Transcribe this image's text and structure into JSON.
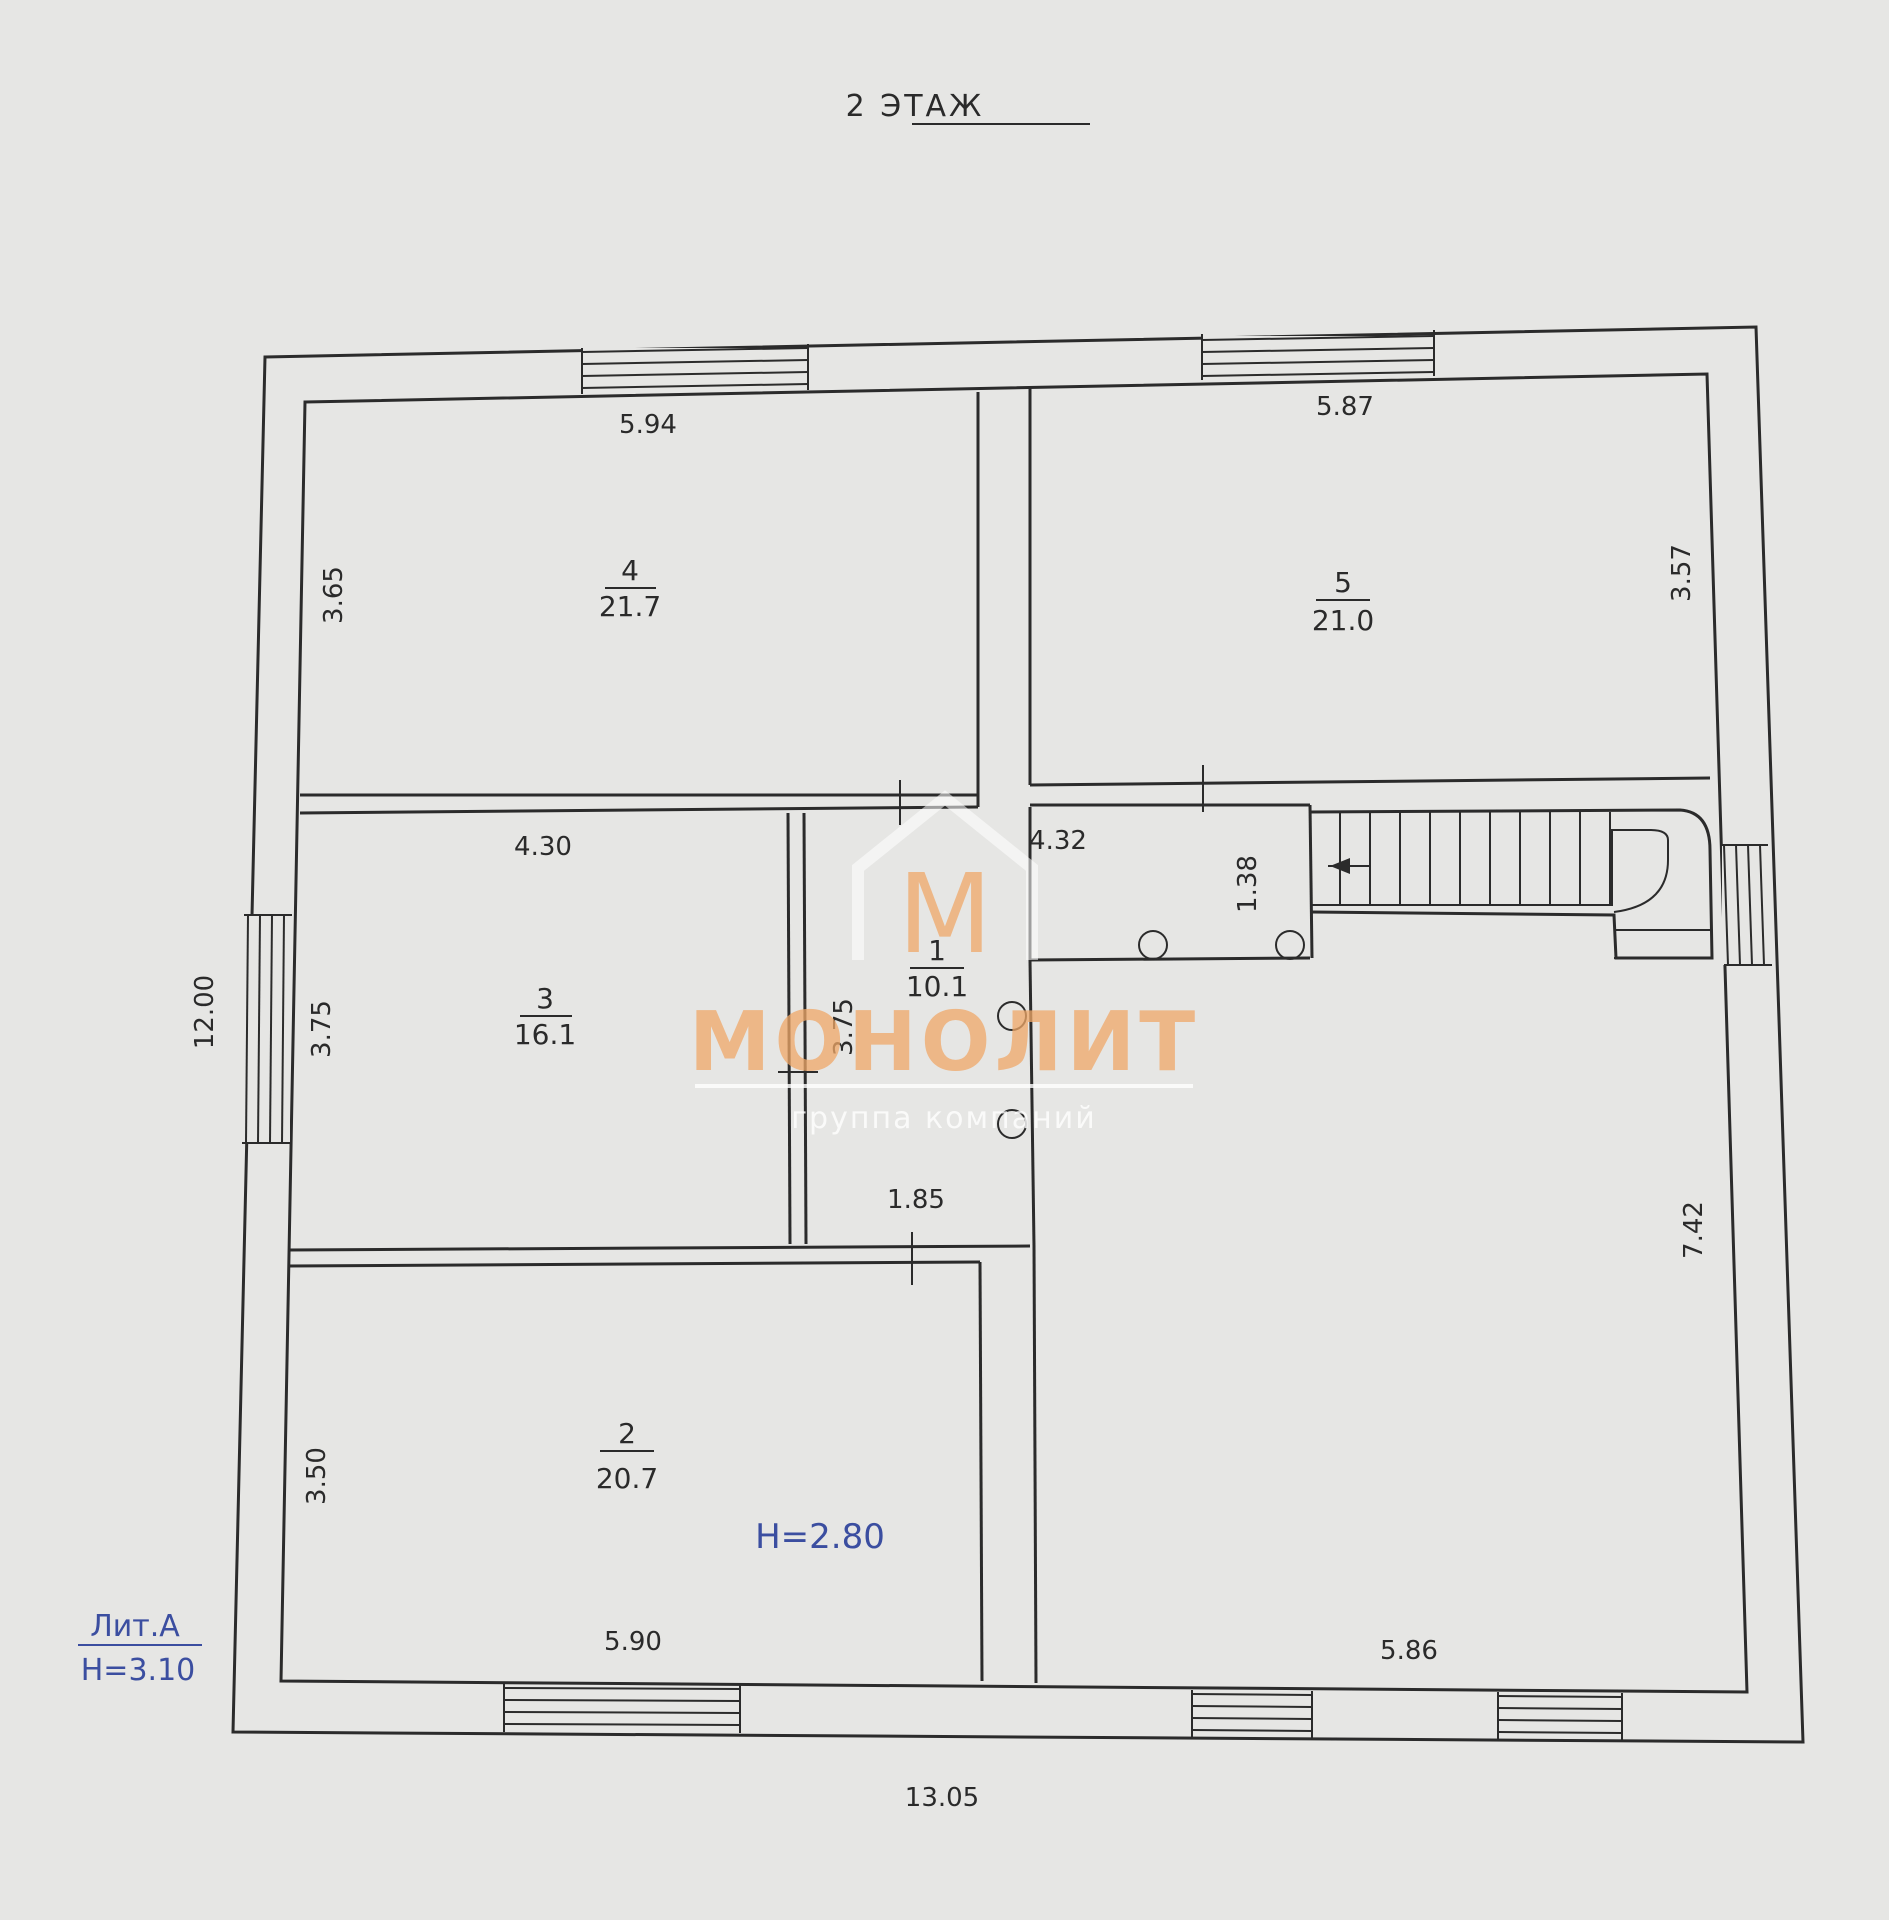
{
  "plan": {
    "floor_title": "2 ЭТАЖ",
    "rooms": [
      {
        "number": "1",
        "area": "10.1"
      },
      {
        "number": "2",
        "area": "20.7"
      },
      {
        "number": "3",
        "area": "16.1"
      },
      {
        "number": "4",
        "area": "21.7"
      },
      {
        "number": "5",
        "area": "21.0"
      }
    ],
    "dimensions": {
      "room4_width": "5.94",
      "room5_width": "5.87",
      "room4_depth": "3.65",
      "room5_depth": "3.57",
      "room3_width": "4.30",
      "hall_width": "4.32",
      "hall_depth": "1.38",
      "room3_depth": "3.75",
      "room1_depth": "3.75",
      "total_depth": "12.00",
      "room1_width": "1.85",
      "open_area_depth": "7.42",
      "room2_depth": "3.50",
      "room2_width": "5.90",
      "open_area_width": "5.86",
      "total_width": "13.05"
    },
    "ceiling_height_label": "H=2.80",
    "building_label": {
      "liter": "Лит.А",
      "height": "H=3.10"
    }
  },
  "watermark": {
    "letter": "М",
    "brand": "МОНОЛИТ",
    "subtitle": "группа компаний",
    "color": "#f0a868"
  }
}
